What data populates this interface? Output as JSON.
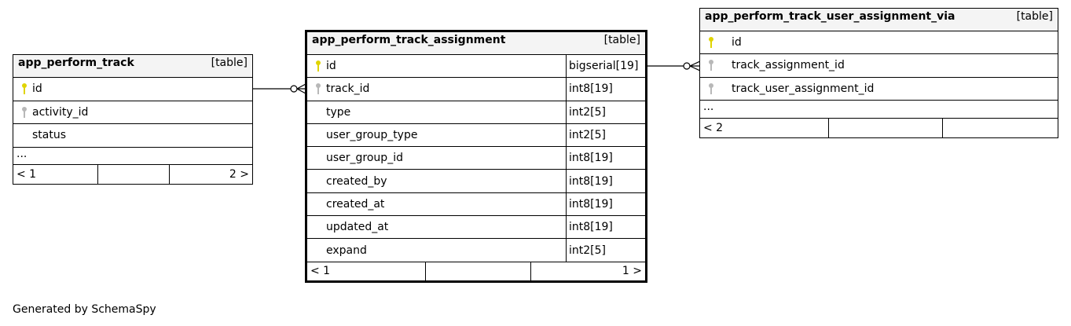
{
  "tables": [
    {
      "name": "app_perform_track",
      "kind": "[table]",
      "columns": [
        {
          "name": "id",
          "key": "primary"
        },
        {
          "name": "activity_id",
          "key": "foreign"
        },
        {
          "name": "status",
          "key": "none"
        }
      ],
      "more": "...",
      "footer": [
        "< 1",
        "",
        "2 >"
      ]
    },
    {
      "name": "app_perform_track_assignment",
      "kind": "[table]",
      "columns": [
        {
          "name": "id",
          "key": "primary",
          "type": "bigserial[19]"
        },
        {
          "name": "track_id",
          "key": "foreign",
          "type": "int8[19]"
        },
        {
          "name": "type",
          "key": "none",
          "type": "int2[5]"
        },
        {
          "name": "user_group_type",
          "key": "none",
          "type": "int2[5]"
        },
        {
          "name": "user_group_id",
          "key": "none",
          "type": "int8[19]"
        },
        {
          "name": "created_by",
          "key": "none",
          "type": "int8[19]"
        },
        {
          "name": "created_at",
          "key": "none",
          "type": "int8[19]"
        },
        {
          "name": "updated_at",
          "key": "none",
          "type": "int8[19]"
        },
        {
          "name": "expand",
          "key": "none",
          "type": "int2[5]"
        }
      ],
      "footer": [
        "< 1",
        "",
        "1 >"
      ]
    },
    {
      "name": "app_perform_track_user_assignment_via",
      "kind": "[table]",
      "columns": [
        {
          "name": "id",
          "key": "primary"
        },
        {
          "name": "track_assignment_id",
          "key": "foreign"
        },
        {
          "name": "track_user_assignment_id",
          "key": "foreign"
        }
      ],
      "more": "...",
      "footer": [
        "< 2",
        "",
        ""
      ]
    }
  ],
  "colors": {
    "primary_key": "#e0d400",
    "foreign_key": "#b8b8b8",
    "header_bg": "#f4f4f4"
  },
  "footer_text": "Generated by SchemaSpy"
}
